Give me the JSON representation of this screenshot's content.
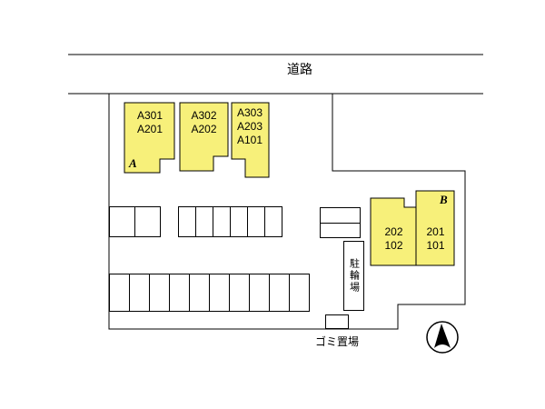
{
  "colors": {
    "building_fill": "#f7f07a",
    "line": "#000000",
    "background": "#ffffff"
  },
  "road": {
    "label": "道路"
  },
  "building_a": {
    "label": "A",
    "blocks": [
      {
        "units": [
          "A301",
          "A201"
        ]
      },
      {
        "units": [
          "A302",
          "A202"
        ]
      },
      {
        "units": [
          "A303",
          "A203",
          "A101"
        ]
      }
    ]
  },
  "building_b": {
    "label": "B",
    "blocks": [
      {
        "units": [
          "202",
          "102"
        ]
      },
      {
        "units": [
          "201",
          "101"
        ]
      }
    ]
  },
  "parking": {
    "row1_left": {
      "stalls": 2
    },
    "row1_right": {
      "stalls": 6
    },
    "stack_block": {
      "cells": 2
    },
    "row2": {
      "stalls": 10
    }
  },
  "bicycle_parking": {
    "label": "駐輪場"
  },
  "garbage_area": {
    "label": "ゴミ置場"
  }
}
